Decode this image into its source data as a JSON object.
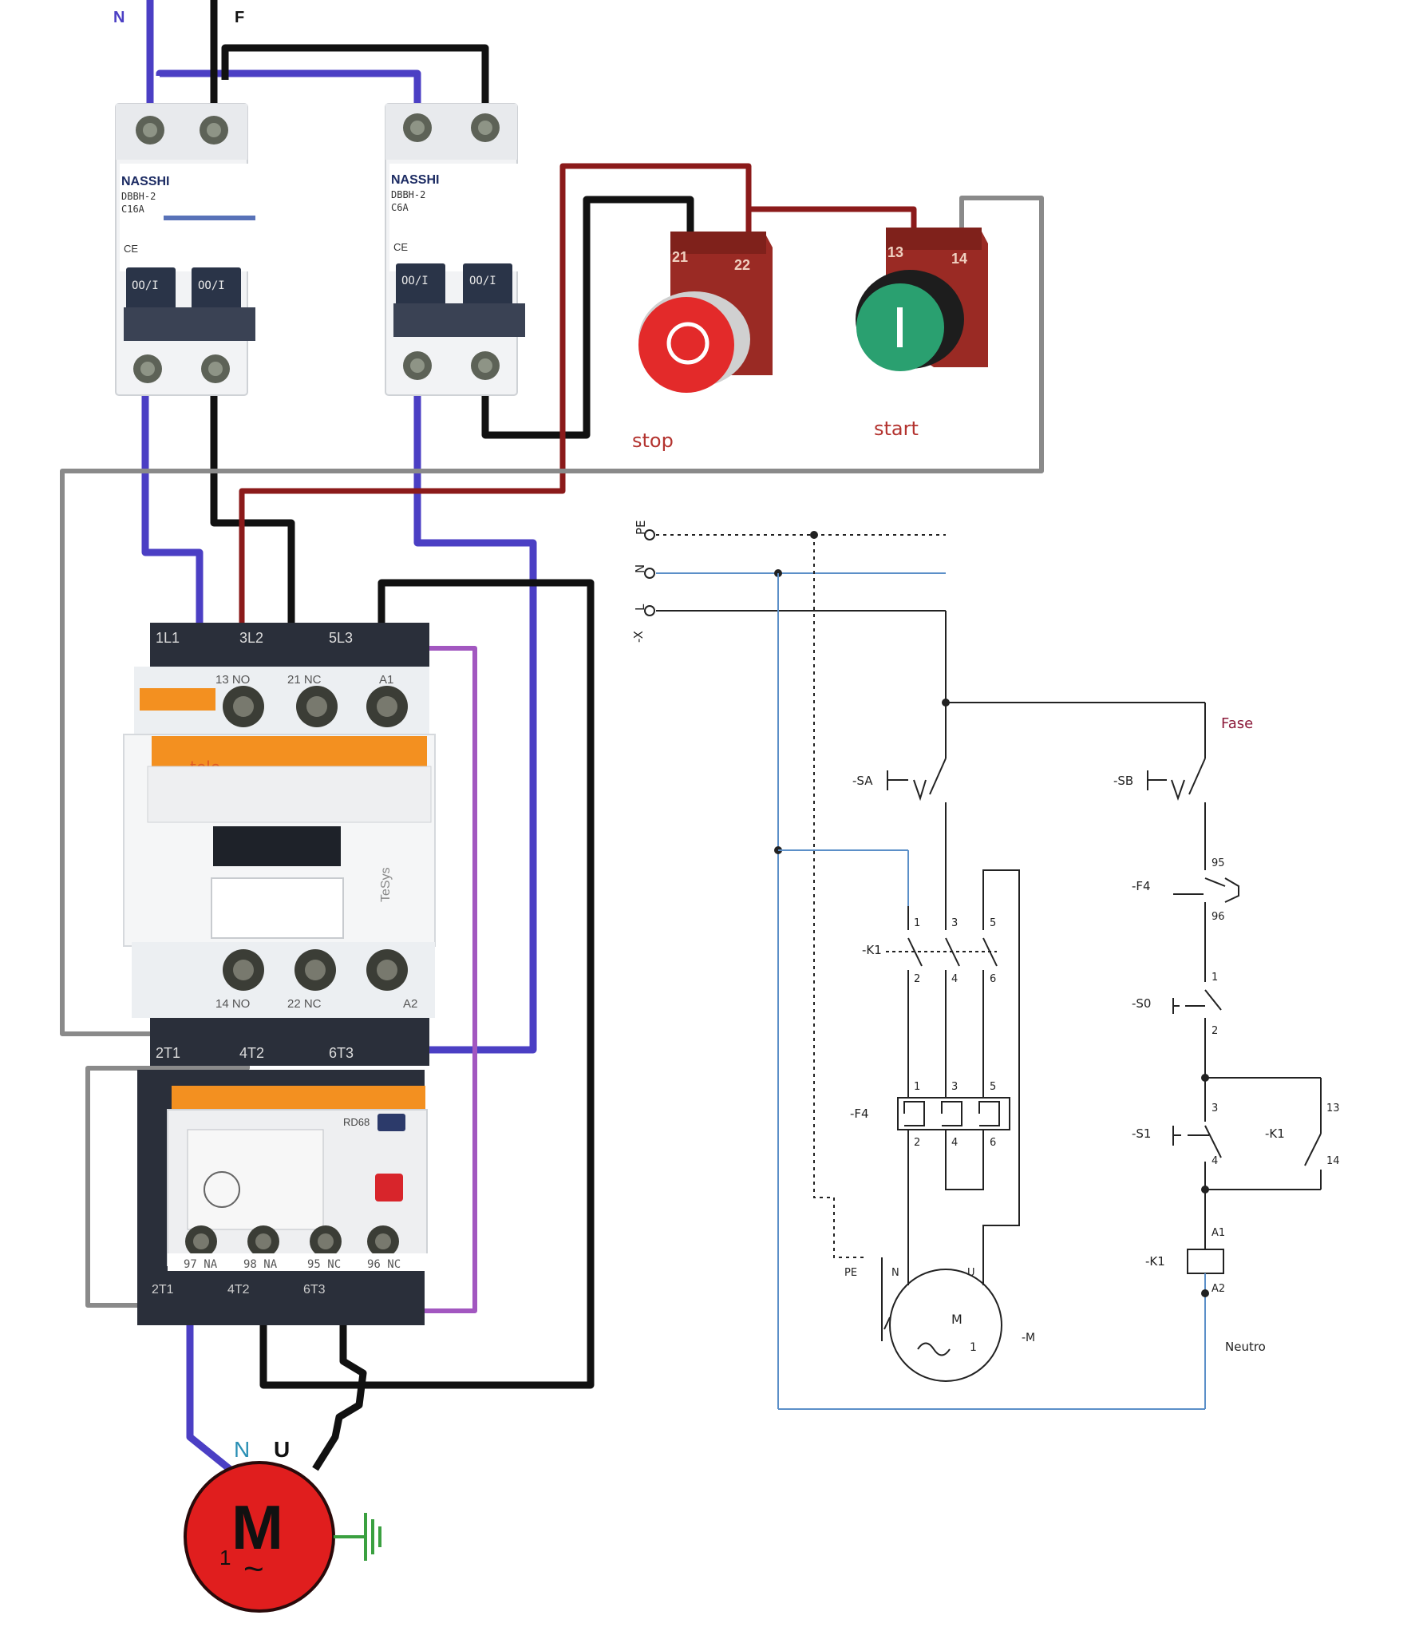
{
  "colors": {
    "neutral_wire": "#4b3fc4",
    "phase_wire": "#111111",
    "control_wire_red": "#8b1a1a",
    "control_wire_gray": "#8a8a8a",
    "control_wire_purple": "#a257c0",
    "schematic_neutral": "#5b8fc8",
    "motor_red": "#e01e1e",
    "earth_green": "#3aa040",
    "stop_button": "#e32a2a",
    "start_button": "#2aa070",
    "orange_label": "#f39020"
  },
  "wiring": {
    "supply_n": "N",
    "supply_f": "F",
    "breaker1": {
      "brand": "NASSHI",
      "model": "DBBH-2",
      "rating": "C16A",
      "ce": "CE",
      "pole1": "OO/I",
      "pole2": "OO/I"
    },
    "breaker2": {
      "brand": "NASSHI",
      "model": "DBBH-2",
      "rating": "C6A",
      "ce": "CE",
      "pole1": "OO/I",
      "pole2": "OO/I"
    },
    "stop_button": {
      "label": "stop",
      "terminal_a": "21",
      "terminal_b": "22",
      "symbol": "O"
    },
    "start_button": {
      "label": "start",
      "terminal_a": "13",
      "terminal_b": "14",
      "symbol": "I"
    },
    "contactor": {
      "top_terminals": [
        "1L1",
        "3L2",
        "5L3"
      ],
      "aux_top": [
        "13 NO",
        "21 NC",
        "A1"
      ],
      "brand_label": "tele",
      "series": "TeSys",
      "aux_bottom": [
        "14 NO",
        "22 NC",
        "A2"
      ],
      "bottom_terminals": [
        "2T1",
        "4T2",
        "6T3"
      ]
    },
    "overload": {
      "brand": "RD68",
      "terminals": [
        "97 NA",
        "98 NA",
        "95 NC",
        "96 NC"
      ],
      "bottom_terminals": [
        "2T1",
        "4T2",
        "6T3"
      ]
    },
    "motor": {
      "letter": "M",
      "phase": "1",
      "tilde": "~",
      "label_n": "N",
      "label_u": "U"
    }
  },
  "schematic": {
    "bus_labels": [
      "PE",
      "N",
      "L"
    ],
    "terminal_x": "-X",
    "breaker_a": "-SA",
    "breaker_b": "-SB",
    "fase_label": "Fase",
    "k1_label": "-K1",
    "k1_top": [
      "1",
      "3",
      "5"
    ],
    "k1_bottom": [
      "2",
      "4",
      "6"
    ],
    "f4_label": "-F4",
    "f4_top": [
      "1",
      "3",
      "5"
    ],
    "f4_bottom": [
      "2",
      "4",
      "6"
    ],
    "f4_aux_label": "-F4",
    "f4_aux_top": "95",
    "f4_aux_bottom": "96",
    "s0_label": "-S0",
    "s0_top": "1",
    "s0_bottom": "2",
    "s1_label": "-S1",
    "s1_top": "3",
    "s1_bottom": "4",
    "k1_aux_label": "-K1",
    "k1_aux_top": "13",
    "k1_aux_bottom": "14",
    "coil_label": "-K1",
    "coil_a1": "A1",
    "coil_a2": "A2",
    "neutro_label": "Neutro",
    "motor_pe": "PE",
    "motor_n": "N",
    "motor_u": "U",
    "motor_m": "M",
    "motor_phase": "1",
    "motor_tilde": "~",
    "motor_tag": "-M"
  }
}
